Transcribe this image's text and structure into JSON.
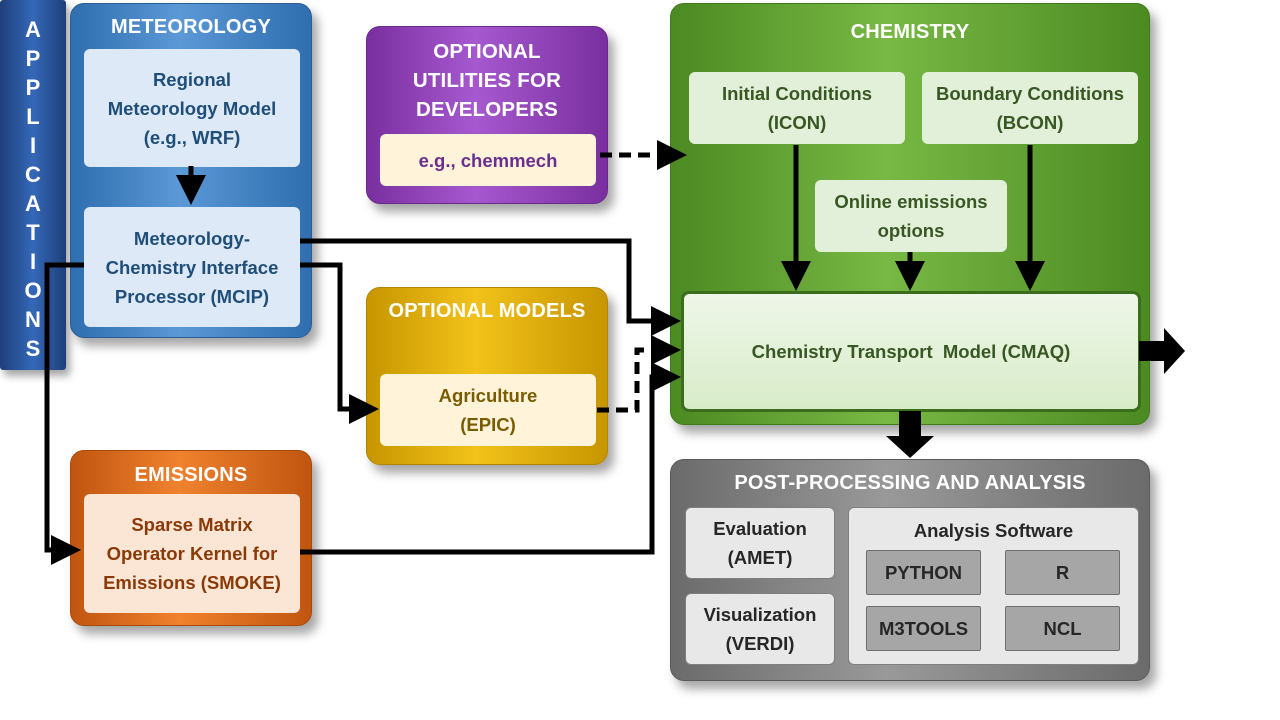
{
  "meteorology": {
    "title": "METEOROLOGY",
    "regional_model": "Regional\nMeteorology Model\n(e.g., WRF)",
    "mcip": "Meteorology-\nChemistry Interface\nProcessor (MCIP)"
  },
  "optional_utilities": {
    "title": "OPTIONAL\nUTILITIES FOR\nDEVELOPERS",
    "example": "e.g., chemmech"
  },
  "optional_models": {
    "title": "OPTIONAL MODELS",
    "agriculture": "Agriculture\n(EPIC)"
  },
  "emissions": {
    "title": "EMISSIONS",
    "smoke": "Sparse Matrix\nOperator Kernel for\nEmissions (SMOKE)"
  },
  "chemistry": {
    "title": "CHEMISTRY",
    "icon": "Initial Conditions\n(ICON)",
    "bcon": "Boundary Conditions\n(BCON)",
    "online_emissions": "Online emissions\noptions",
    "cmaq": "Chemistry Transport  Model (CMAQ)"
  },
  "post_processing": {
    "title": "POST-PROCESSING AND ANALYSIS",
    "evaluation": "Evaluation\n(AMET)",
    "visualization": "Visualization\n(VERDI)",
    "analysis_software": "Analysis Software",
    "python": "PYTHON",
    "r": "R",
    "m3tools": "M3TOOLS",
    "ncl": "NCL"
  },
  "applications": {
    "letters": [
      "A",
      "P",
      "P",
      "L",
      "I",
      "C",
      "A",
      "T",
      "I",
      "O",
      "N",
      "S"
    ]
  },
  "colors": {
    "meteorology": "#3f82c4",
    "optional_utilities": "#8e44b5",
    "optional_models": "#e0ac0a",
    "emissions": "#e06d1f",
    "chemistry": "#5fa032",
    "post_processing": "#808080",
    "applications": "#2a56a0",
    "arrow": "#000000"
  }
}
